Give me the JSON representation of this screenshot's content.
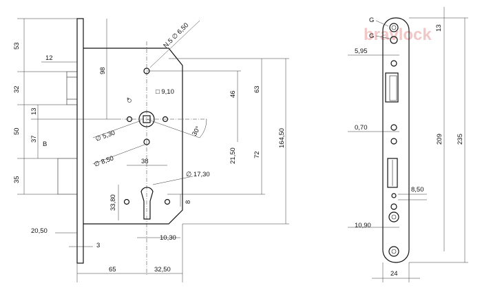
{
  "front_view": {
    "vertical_dims_left": [
      "53",
      "32",
      "50",
      "35"
    ],
    "backset_dims": [
      "13",
      "37"
    ],
    "label_B": "B",
    "dim_12": "12",
    "dim_98": "98",
    "screw_note": "N.5 ∅ 6,50",
    "square_note": "□ 9,10",
    "asterisk": "*",
    "dim_46": "46",
    "dim_63": "63",
    "dim_21_50": "21,50",
    "dim_72": "72",
    "dim_164_50": "164,50",
    "angle": "30°",
    "dia_5_30": "∅ 5,30",
    "dia_8_50": "∅ 8,50",
    "dim_38": "38",
    "dia_17_30": "∅ 17,30",
    "dim_33_80": "33,80",
    "dim_8": "8",
    "dim_10_30": "10,30",
    "dim_20_50": "20,50",
    "dim_3": "3",
    "dim_65": "65",
    "dim_32_50": "32,50"
  },
  "side_view": {
    "label_g1": "G",
    "label_g2": "G",
    "dim_13": "13",
    "dim_5_95": "5,95",
    "dim_0_70": "0,70",
    "dim_209": "209",
    "dim_235": "235",
    "dim_8_50": "8,50",
    "dim_10_90": "10,90",
    "dim_24": "24",
    "watermark": "bravlock"
  }
}
